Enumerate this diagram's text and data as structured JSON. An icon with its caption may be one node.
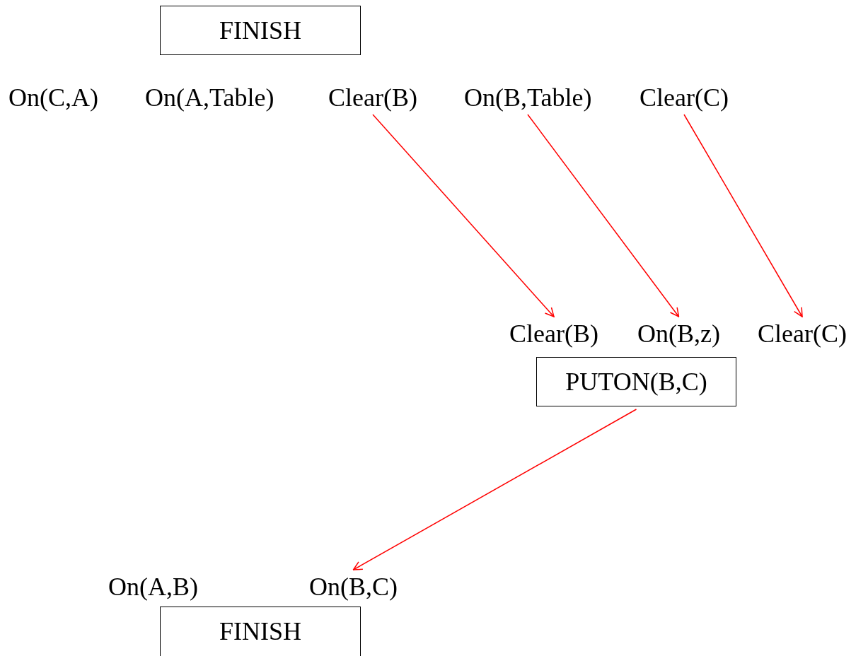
{
  "diagram": {
    "nodes": [
      {
        "text": [
          "FINISH"
        ]
      },
      {
        "text": [
          "On(C,A)"
        ]
      },
      {
        "text": [
          "On(A,Table)"
        ]
      },
      {
        "text": [
          "Clear(B)"
        ]
      },
      {
        "text": [
          "On(B,Table)"
        ]
      },
      {
        "text": [
          "Clear(C)"
        ]
      },
      {
        "text": [
          "Clear(B)"
        ]
      },
      {
        "text": [
          "On(B,z)"
        ]
      },
      {
        "text": [
          "Clear(C)"
        ]
      },
      {
        "text": [
          "PUTON(B,C)"
        ]
      },
      {
        "text": [
          "On(A,B)"
        ]
      },
      {
        "text": [
          "On(B,C)"
        ]
      },
      {
        "text": [
          "FINISH"
        ]
      }
    ],
    "edges": [
      {
        "from": 3,
        "to": 6,
        "arrow": "to"
      },
      {
        "from": 4,
        "to": 7,
        "arrow": "to"
      },
      {
        "from": 5,
        "to": 8,
        "arrow": "to"
      },
      {
        "from": 9,
        "to": 11,
        "arrow": "to"
      }
    ]
  }
}
